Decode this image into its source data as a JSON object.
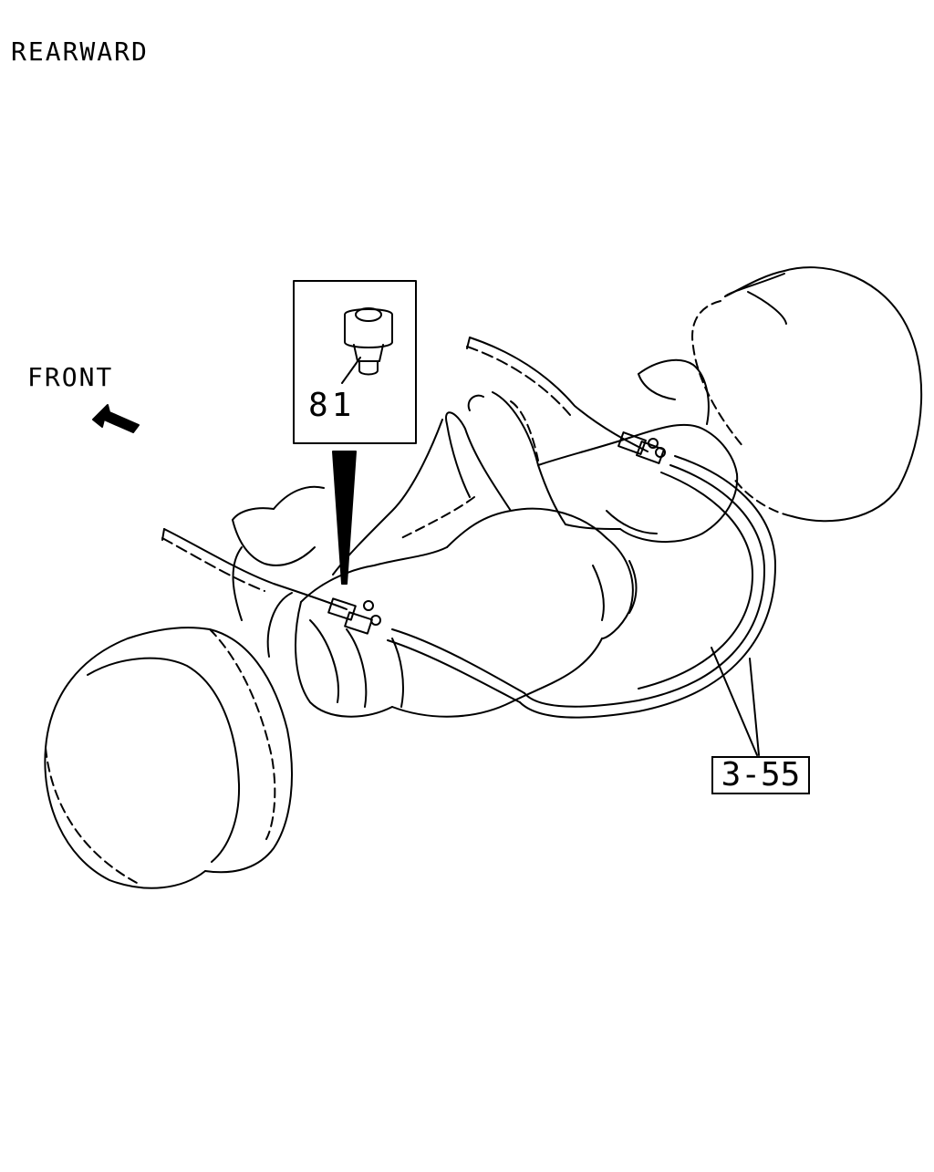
{
  "title": "REARWARD",
  "direction_label": "FRONT",
  "callouts": {
    "inset_part_number": "81",
    "reference_box": "3-55"
  },
  "icons": [
    "direction-arrow-icon",
    "fitting-icon"
  ]
}
